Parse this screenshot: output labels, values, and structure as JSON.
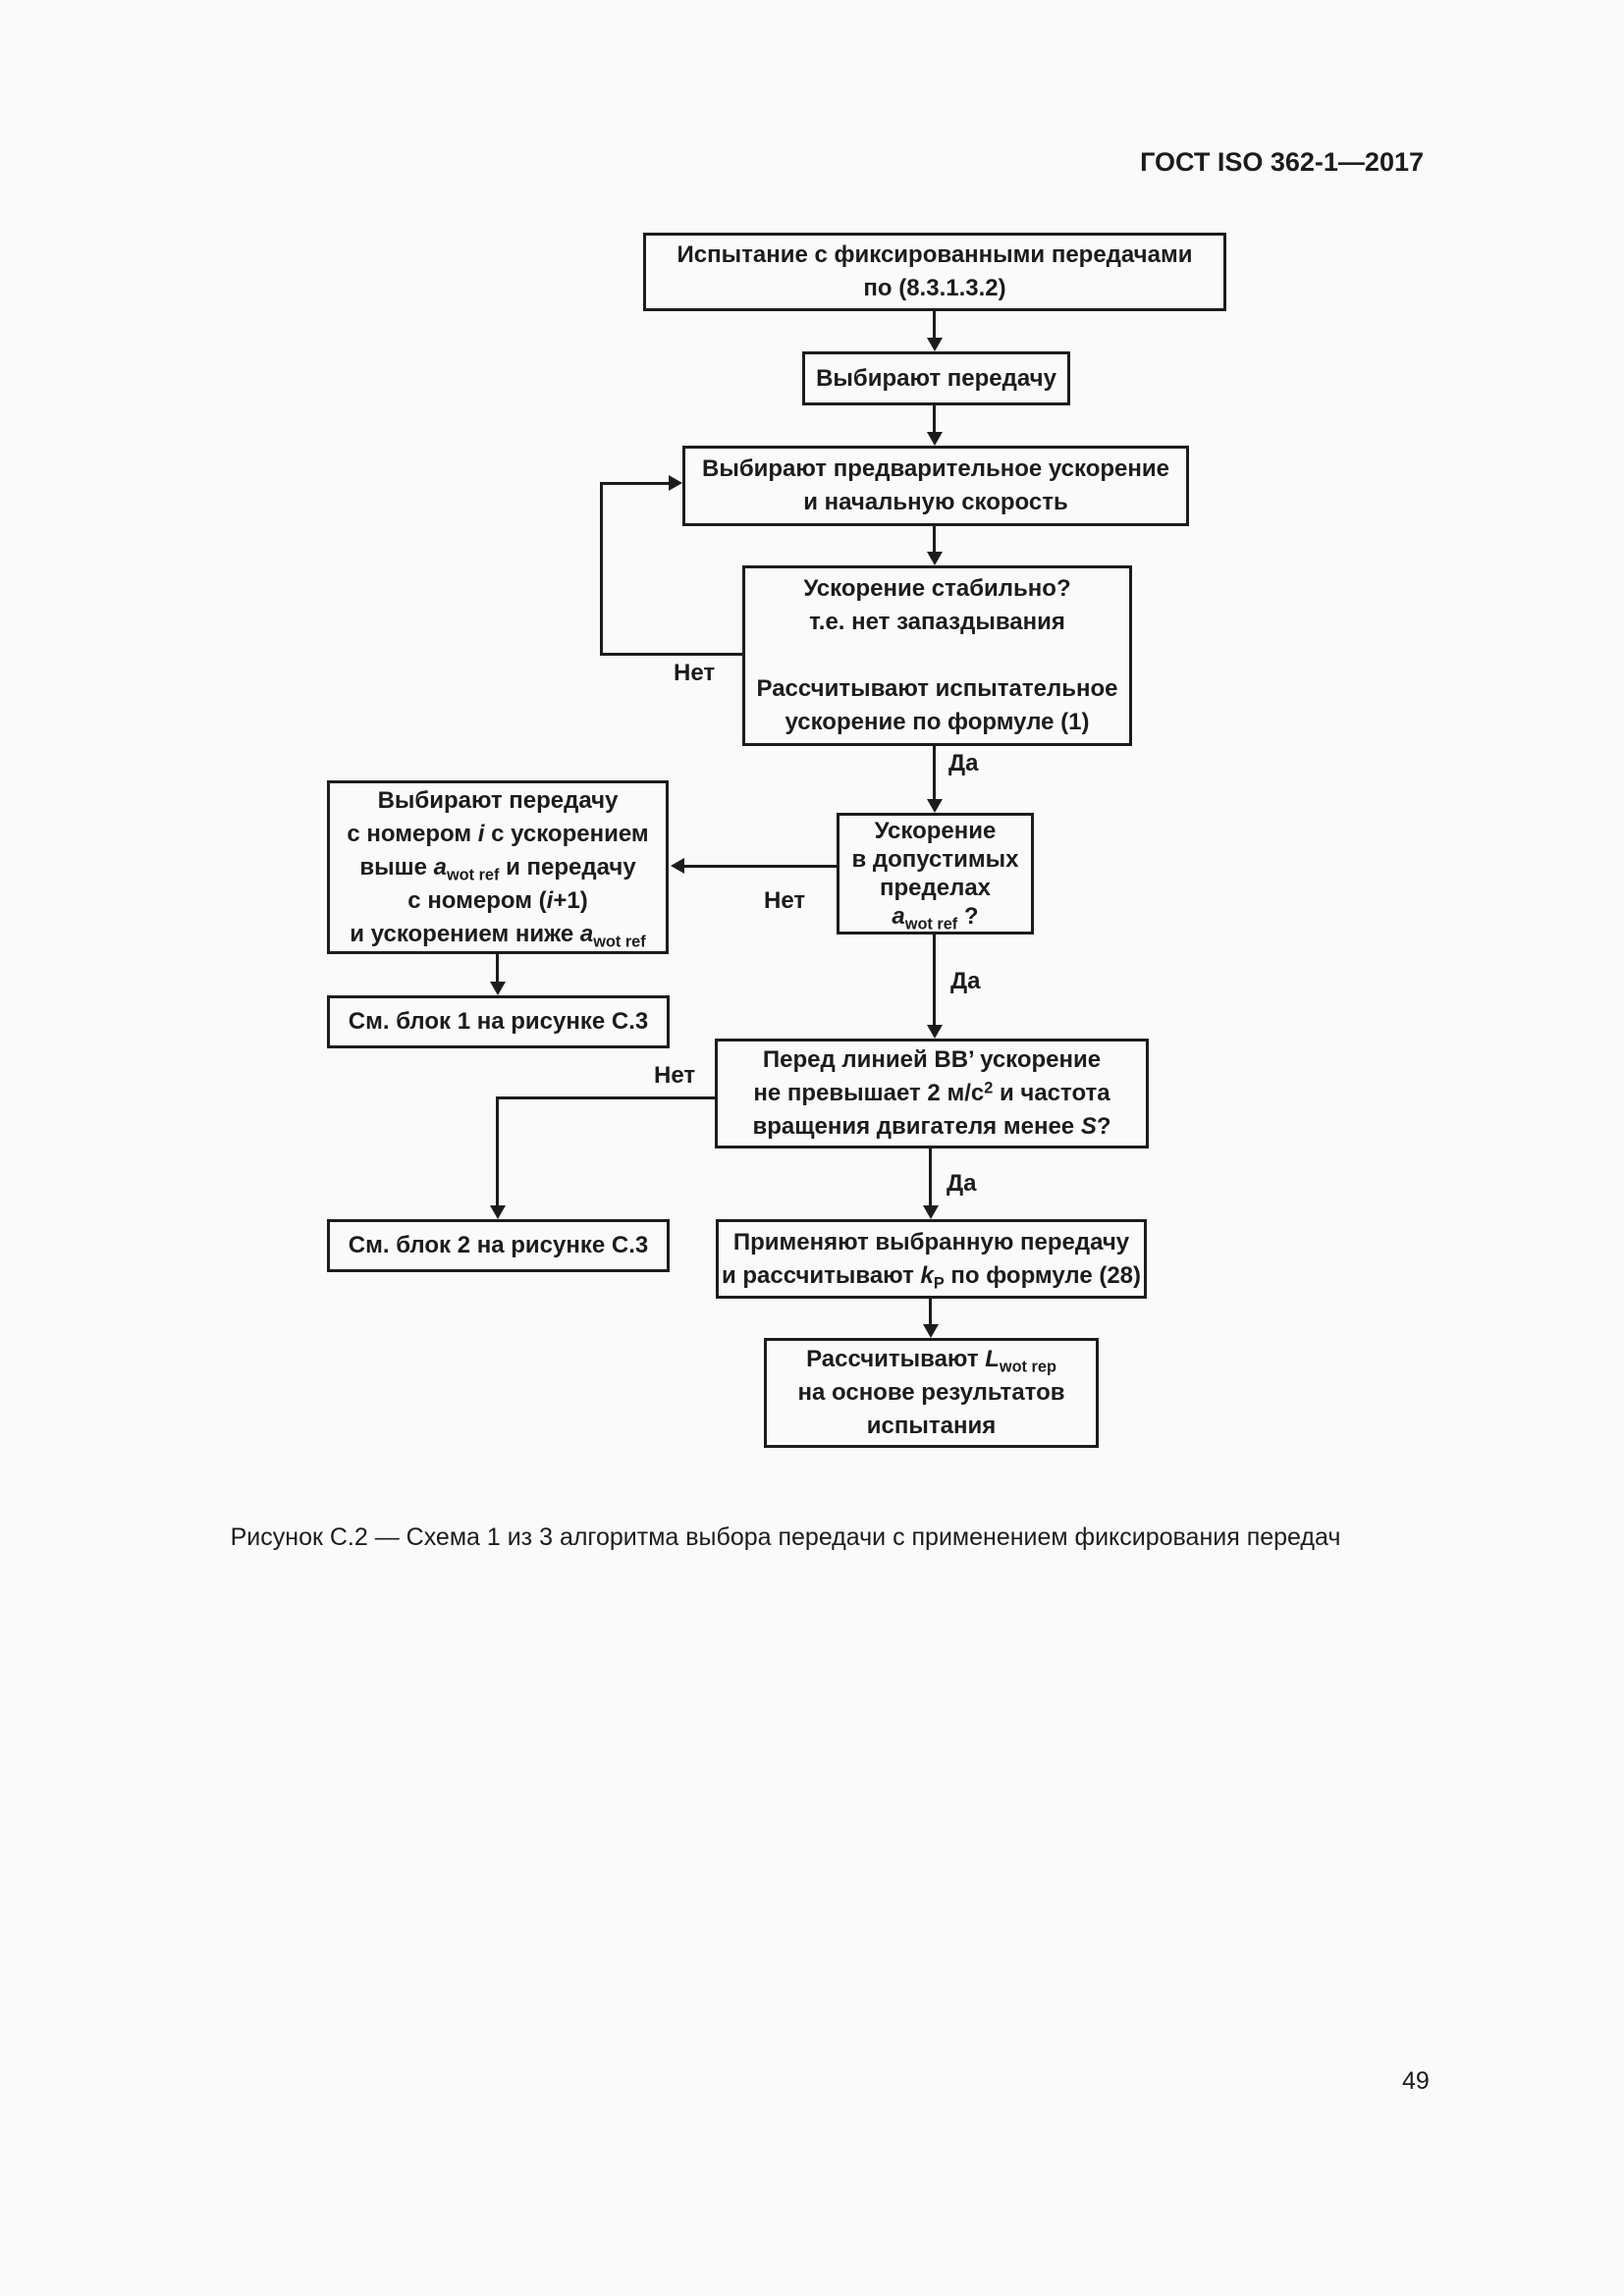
{
  "page": {
    "header_title": "ГОСТ ISO 362-1—2017",
    "page_number": "49",
    "figure_caption": "Рисунок С.2 — Схема 1 из 3 алгоритма выбора передачи с применением фиксирования передач"
  },
  "labels": {
    "yes": "Да",
    "no": "Нет"
  },
  "flowchart": {
    "test_fixed_gears": {
      "lines": [
        "Испытание с фиксированными передачами",
        "по (8.3.1.3.2)"
      ]
    },
    "select_gear": {
      "lines": [
        "Выбирают передачу"
      ]
    },
    "select_preacceleration": {
      "lines": [
        "Выбирают предварительное ускорение",
        "и начальную скорость"
      ]
    },
    "acceleration_stable": {
      "lines": [
        "Ускорение стабильно?",
        "т.е. нет запаздывания",
        "",
        "Рассчитывают испытательное",
        "ускорение по формуле (1)"
      ]
    },
    "acceleration_within_limits": {
      "lines": [
        "Ускорение",
        "в допустимых",
        "пределах",
        [
          {
            "s": "i",
            "v": "a"
          },
          {
            "s": "sub",
            "v": "wot ref"
          },
          {
            "v": " ?"
          }
        ]
      ]
    },
    "select_gear_i": {
      "lines": [
        "Выбирают передачу",
        [
          {
            "v": "с номером "
          },
          {
            "s": "i",
            "v": "i"
          },
          {
            "v": " с ускорением"
          }
        ],
        [
          {
            "v": "выше "
          },
          {
            "s": "i",
            "v": "a"
          },
          {
            "s": "sub",
            "v": "wot ref"
          },
          {
            "v": " и передачу"
          }
        ],
        [
          {
            "v": "с номером ("
          },
          {
            "s": "i",
            "v": "i"
          },
          {
            "v": "+1)"
          }
        ],
        [
          {
            "v": "и ускорением ниже "
          },
          {
            "s": "i",
            "v": "a"
          },
          {
            "s": "sub",
            "v": "wot ref"
          }
        ]
      ]
    },
    "see_block_1": {
      "lines": [
        "См. блок 1 на рисунке С.3"
      ]
    },
    "before_bb_line": {
      "lines": [
        "Перед линией BB’ ускорение",
        [
          {
            "v": "не превышает 2 м/с"
          },
          {
            "s": "sup",
            "v": "2"
          },
          {
            "v": " и частота"
          }
        ],
        [
          {
            "v": "вращения двигателя менее "
          },
          {
            "s": "i",
            "v": "S"
          },
          {
            "v": "?"
          }
        ]
      ]
    },
    "see_block_2": {
      "lines": [
        "См. блок 2 на рисунке С.3"
      ]
    },
    "apply_selected_gear": {
      "lines": [
        "Применяют выбранную передачу",
        [
          {
            "v": "и рассчитывают "
          },
          {
            "s": "i",
            "v": "k"
          },
          {
            "s": "sub",
            "v": "P"
          },
          {
            "v": " по формуле (28)"
          }
        ]
      ]
    },
    "calculate_lwotrep": {
      "lines": [
        [
          {
            "v": "Рассчитывают "
          },
          {
            "s": "i",
            "v": "L"
          },
          {
            "s": "sub",
            "v": "wot rep"
          }
        ],
        "на основе результатов",
        "испытания"
      ]
    }
  }
}
